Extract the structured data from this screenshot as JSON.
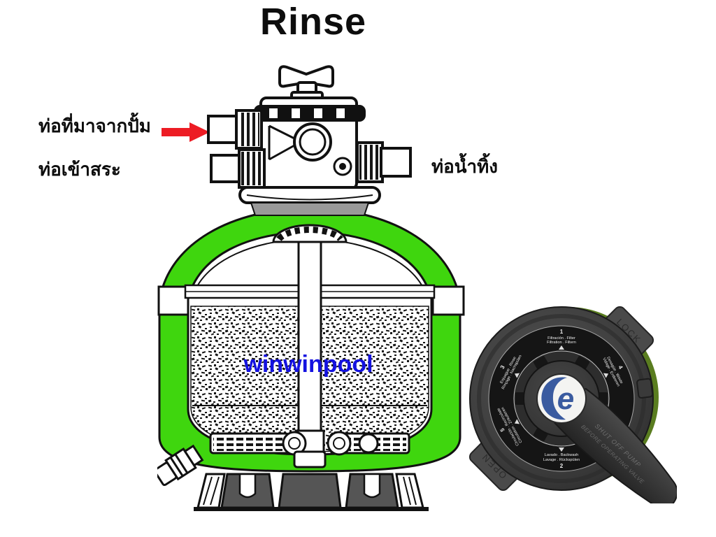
{
  "title": "Rinse",
  "colors": {
    "tank_green": "#3fd60e",
    "arrow_red": "#ed1c24",
    "watermark_blue": "#1412e0",
    "logo_blue": "#3a5ba0",
    "valve_seal_green": "#5a7d20"
  },
  "diagram": {
    "labels": {
      "pipe_from_pump": "ท่อที่มาจากปั้ม",
      "pipe_to_pool": "ท่อเข้าสระ",
      "pipe_waste": "ท่อน้ำทิ้ง"
    },
    "watermark": "winwinpool"
  },
  "valve_photo": {
    "positions": [
      {
        "number": "1",
        "line1": "Filtración . Filter",
        "line2": "Filtration . Filtern"
      },
      {
        "number": "2",
        "line1": "Lavado . Backwash",
        "line2": "Lavage . Rückspülen"
      },
      {
        "number": "3",
        "line1": "Enjuague . Rinse",
        "line2": "Rinçage . Nachspülen"
      },
      {
        "number": "4",
        "line1": "Desagüe . Waste",
        "line2": "Vidage . Entleeren"
      },
      {
        "number": "5",
        "line1": "Circulación . Recirculate",
        "line2": "Circulation . Zirkulieren"
      }
    ],
    "handle_text_line1": "SHUT OFF PUMP",
    "handle_text_line2": "BEFORE OPERATING VALVE",
    "lock_label": "LOCK",
    "open_label": "OPEN",
    "logo_letter": "e"
  }
}
